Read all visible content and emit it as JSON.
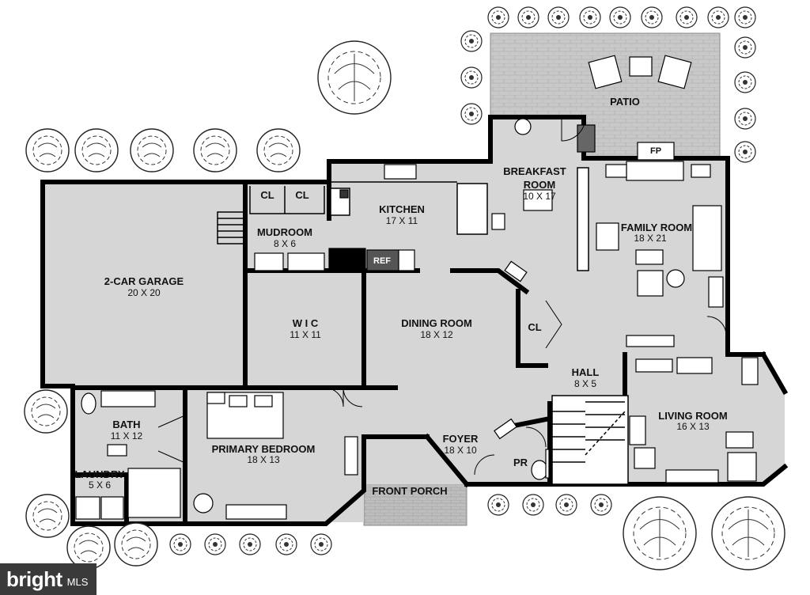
{
  "rooms": {
    "garage": {
      "name": "2-CAR GARAGE",
      "dim": "20 X 20"
    },
    "mudroom": {
      "name": "MUDROOM",
      "dim": "8 X 6"
    },
    "cl1": {
      "name": "CL"
    },
    "cl2": {
      "name": "CL"
    },
    "cl3": {
      "name": "CL"
    },
    "kitchen": {
      "name": "KITCHEN",
      "dim": "17 X 11"
    },
    "ref": {
      "name": "REF"
    },
    "breakfast": {
      "name1": "BREAKFAST",
      "name2": "ROOM",
      "dim": "10 X 17"
    },
    "patio": {
      "name": "PATIO"
    },
    "fp": {
      "name": "FP"
    },
    "family": {
      "name": "FAMILY ROOM",
      "dim": "18 X 21"
    },
    "wic": {
      "name": "W I C",
      "dim": "11 X 11"
    },
    "dining": {
      "name": "DINING ROOM",
      "dim": "18 X 12"
    },
    "hall": {
      "name": "HALL",
      "dim": "8 X 5"
    },
    "living": {
      "name": "LIVING ROOM",
      "dim": "16 X 13"
    },
    "bath": {
      "name": "BATH",
      "dim": "11 X 12"
    },
    "laundry": {
      "name": "LAUNDRY",
      "dim": "5 X 6"
    },
    "primary": {
      "name": "PRIMARY BEDROOM",
      "dim": "18 X 13"
    },
    "foyer": {
      "name": "FOYER",
      "dim": "18 X 10"
    },
    "pr": {
      "name": "PR"
    },
    "porch": {
      "name": "FRONT PORCH"
    }
  },
  "watermark": {
    "brand": "bright",
    "suffix": "MLS"
  },
  "colors": {
    "floor": "#d6d6d6",
    "wall": "#000000",
    "patio": "#c9c9c9",
    "furniture": "#ffffff"
  }
}
